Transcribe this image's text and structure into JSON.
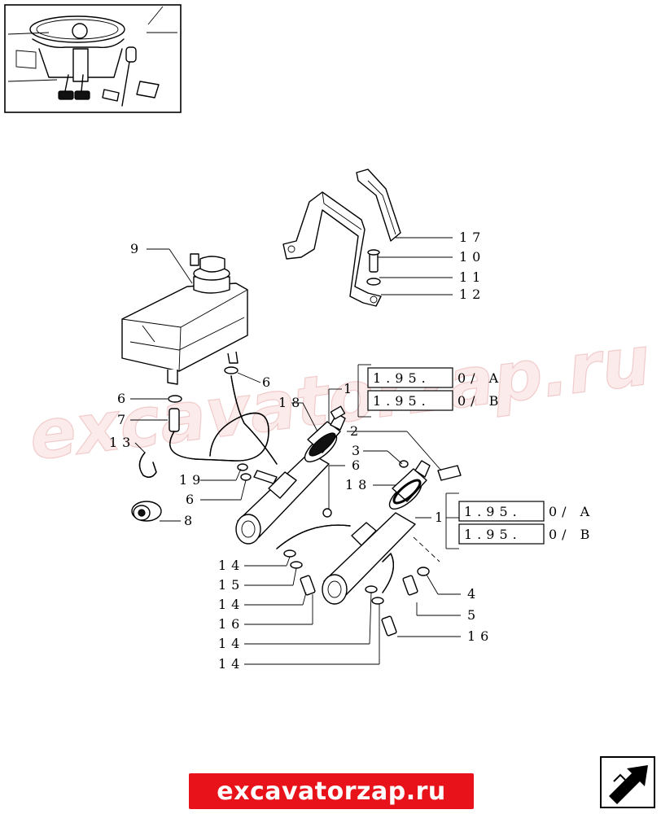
{
  "watermark_text": "excavatorzap.ru",
  "banner_text": "excavatorzap.ru",
  "callouts": {
    "c1": "1",
    "c2": "2",
    "c3": "3",
    "c4": "4",
    "c5": "5",
    "c6a": "6",
    "c6b": "6",
    "c6c": "6",
    "c6d": "6",
    "c7": "7",
    "c8": "8",
    "c9": "9",
    "c10": "10",
    "c11": "11",
    "c12": "12",
    "c13": "13",
    "c14a": "14",
    "c14b": "14",
    "c14c": "14",
    "c14d": "14",
    "c15": "15",
    "c16a": "16",
    "c16b": "16",
    "c17": "17",
    "c18a": "18",
    "c18b": "18",
    "c19": "19",
    "c1b": "1"
  },
  "ref_boxes": {
    "upper": [
      {
        "ref": "1.95.",
        "suffix": "0/ A"
      },
      {
        "ref": "1.95.",
        "suffix": "0/ B"
      }
    ],
    "lower": [
      {
        "ref": "1.95.",
        "suffix": "0/ A"
      },
      {
        "ref": "1.95.",
        "suffix": "0/ B"
      }
    ]
  },
  "icons": {
    "thumbnail": "tractor-cab-pedals-thumbnail",
    "navigation": "next-page-arrow-icon"
  },
  "colors": {
    "banner": "#e8121a",
    "watermark": "#dc5a5a"
  }
}
